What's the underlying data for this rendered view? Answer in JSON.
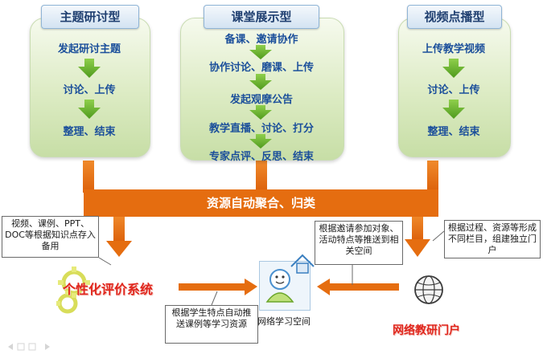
{
  "panels": [
    {
      "title": "主题研讨型",
      "steps": [
        "发起研讨主题",
        "讨论、上传",
        "整理、结束"
      ]
    },
    {
      "title": "课堂展示型",
      "steps": [
        "备课、邀请协作",
        "协作讨论、磨课、上传",
        "发起观摩公告",
        "教学直播、讨论、打分",
        "专家点评、反思、结束"
      ]
    },
    {
      "title": "视频点播型",
      "steps": [
        "上传教学视频",
        "讨论、上传",
        "整理、结束"
      ]
    }
  ],
  "band": {
    "label": "资源自动聚合、归类"
  },
  "callouts": {
    "left": "视频、课例、PPT、DOC等根据知识点存入备用",
    "middle_right": "根据邀请参加对象、活动特点等推送到相关空间",
    "right": "根据过程、资源等形成不同栏目，组建独立门户",
    "bottom": "根据学生特点自动推送课例等学习资源"
  },
  "nodes": {
    "evaluation_system": "个性化评价系统",
    "learning_space": "网络学习空间",
    "research_portal": "网络教研门户"
  },
  "colors": {
    "orange": "#e56d10",
    "green_arrow": "#6fb52c",
    "title_text": "#1f3f70",
    "step_text": "#1b4f9b",
    "red_text": "#e0261d"
  }
}
